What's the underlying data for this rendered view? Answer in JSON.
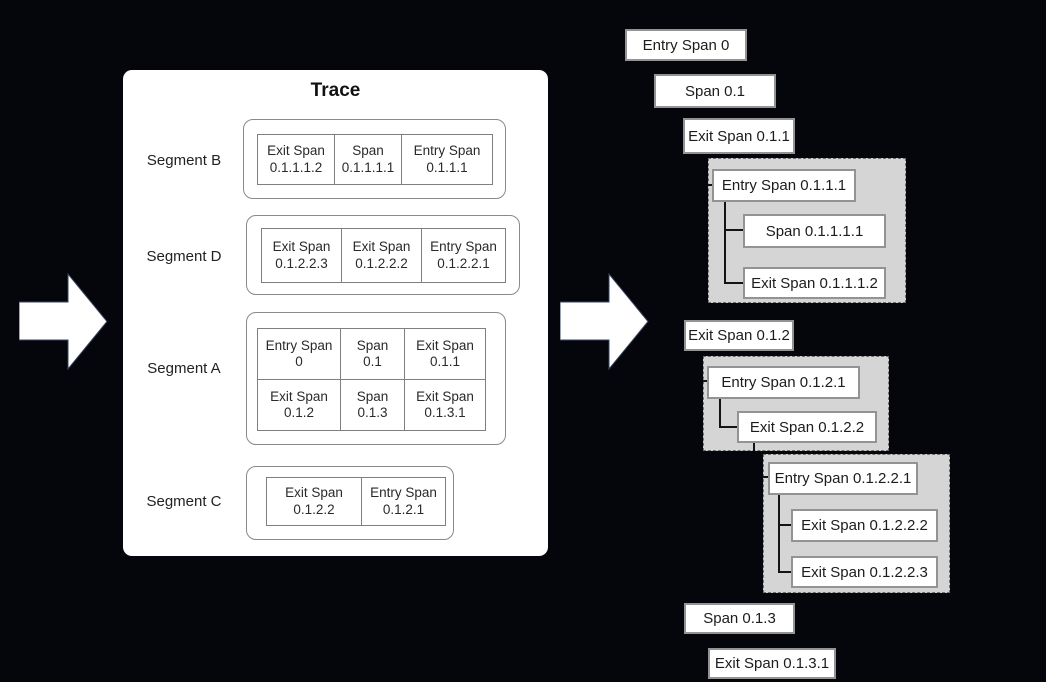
{
  "colors": {
    "background": "#04060c",
    "panel": "#ffffff",
    "group_fill": "#d5d5d5",
    "box_border": "#939393",
    "connector": "#141414",
    "text": "#1e1e1e"
  },
  "trace_panel": {
    "title": "Trace",
    "segments": [
      {
        "label": "Segment B",
        "rows": [
          [
            {
              "type": "Exit Span",
              "id": "0.1.1.1.2"
            },
            {
              "type": "Span",
              "id": "0.1.1.1.1"
            },
            {
              "type": "Entry Span",
              "id": "0.1.1.1"
            }
          ]
        ]
      },
      {
        "label": "Segment D",
        "rows": [
          [
            {
              "type": "Exit Span",
              "id": "0.1.2.2.3"
            },
            {
              "type": "Exit Span",
              "id": "0.1.2.2.2"
            },
            {
              "type": "Entry Span",
              "id": "0.1.2.2.1"
            }
          ]
        ]
      },
      {
        "label": "Segment A",
        "rows": [
          [
            {
              "type": "Entry Span",
              "id": "0"
            },
            {
              "type": "Span",
              "id": "0.1"
            },
            {
              "type": "Exit Span",
              "id": "0.1.1"
            }
          ],
          [
            {
              "type": "Exit Span",
              "id": "0.1.2"
            },
            {
              "type": "Span",
              "id": "0.1.3"
            },
            {
              "type": "Exit Span",
              "id": "0.1.3.1"
            }
          ]
        ]
      },
      {
        "label": "Segment C",
        "rows": [
          [
            {
              "type": "Exit Span",
              "id": "0.1.2.2"
            },
            {
              "type": "Entry Span",
              "id": "0.1.2.1"
            }
          ]
        ]
      }
    ]
  },
  "tree": {
    "spans": [
      {
        "label": "Entry Span 0"
      },
      {
        "label": "Span 0.1"
      },
      {
        "label": "Exit Span 0.1.1"
      },
      {
        "label": "Entry Span 0.1.1.1"
      },
      {
        "label": "Span 0.1.1.1.1"
      },
      {
        "label": "Exit Span 0.1.1.1.2"
      },
      {
        "label": "Exit Span 0.1.2"
      },
      {
        "label": "Entry Span 0.1.2.1"
      },
      {
        "label": "Exit Span 0.1.2.2"
      },
      {
        "label": "Entry Span 0.1.2.2.1"
      },
      {
        "label": "Exit Span 0.1.2.2.2"
      },
      {
        "label": "Exit Span 0.1.2.2.3"
      },
      {
        "label": "Span 0.1.3"
      },
      {
        "label": "Exit Span 0.1.3.1"
      }
    ]
  }
}
